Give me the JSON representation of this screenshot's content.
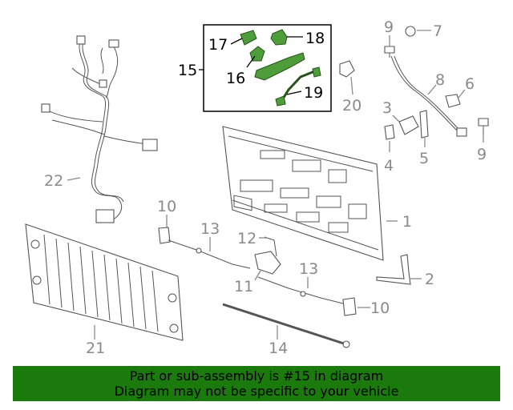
{
  "callouts": {
    "c1": "1",
    "c2": "2",
    "c3": "3",
    "c4": "4",
    "c5": "5",
    "c6": "6",
    "c7": "7",
    "c8": "8",
    "c9a": "9",
    "c9b": "9",
    "c10a": "10",
    "c10b": "10",
    "c11": "11",
    "c12": "12",
    "c13a": "13",
    "c13b": "13",
    "c14": "14",
    "c15": "15",
    "c16": "16",
    "c17": "17",
    "c18": "18",
    "c19": "19",
    "c20": "20",
    "c21": "21",
    "c22": "22"
  },
  "colors": {
    "highlight_part": "#4f9d3a",
    "banner": "#1a7a0b",
    "callout_gray": "#8a8a8a",
    "callout_highlight": "#000000"
  },
  "footer": {
    "line1": "Part or sub-assembly is #15 in diagram",
    "line2": "Diagram may not be specific to your vehicle"
  }
}
